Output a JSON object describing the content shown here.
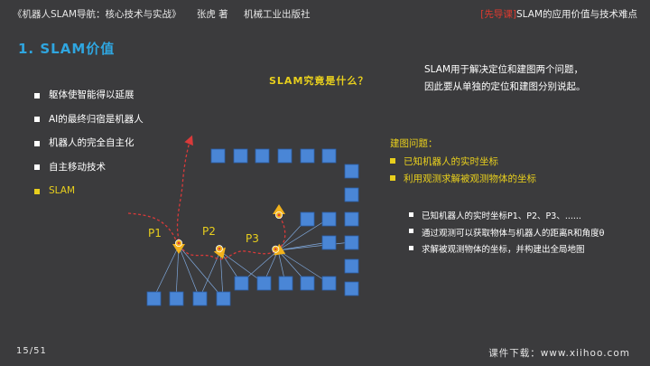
{
  "header": {
    "book": "《机器人SLAM导航：核心技术与实战》",
    "author": "张虎 著",
    "publisher": "机械工业出版社",
    "tag": "[先导课]",
    "topic": "SLAM的应用价值与技术难点"
  },
  "slide": {
    "title": "1. SLAM价值",
    "question": "SLAM究竟是什么？",
    "left_bullets": [
      {
        "text": "躯体使智能得以延展",
        "highlight": false
      },
      {
        "text": "AI的最终归宿是机器人",
        "highlight": false
      },
      {
        "text": "机器人的完全自主化",
        "highlight": false
      },
      {
        "text": "自主移动技术",
        "highlight": false
      },
      {
        "text": "SLAM",
        "highlight": true
      }
    ],
    "intro_lines": [
      "SLAM用于解决定位和建图两个问题，",
      "因此要从单独的定位和建图分别说起。"
    ],
    "mapping_problem": "建图问题：",
    "mapping_bullets": [
      "已知机器人的实时坐标",
      "利用观测求解被观测物体的坐标"
    ],
    "detail_bullets": [
      "已知机器人的实时坐标P1、P2、P3、......",
      "通过观测可以获取物体与机器人的距离R和角度θ",
      "求解被观测物体的坐标，并构建出全局地图"
    ]
  },
  "diagram": {
    "pose_labels": [
      "P1",
      "P2",
      "P3"
    ],
    "colors": {
      "landmark": "#4a86d6",
      "landmark_border": "#2a5fa8",
      "trajectory": "#d93a3a",
      "robot": "#f2b21b",
      "ray": "#7fa8dc"
    }
  },
  "footer": {
    "page": "15/51",
    "download": "课件下载：www.xiihoo.com"
  }
}
